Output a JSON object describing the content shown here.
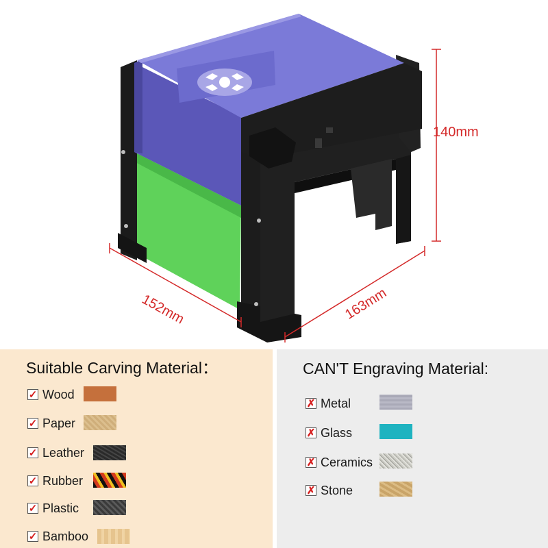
{
  "dimensions": {
    "height": "140mm",
    "width": "152mm",
    "depth": "163mm"
  },
  "suitable": {
    "title": "Suitable Carving Material：",
    "items": [
      {
        "label": "Wood",
        "mark": "✓",
        "swatch_color": "#c5703c"
      },
      {
        "label": "Paper",
        "mark": "✓",
        "swatch_color": "#cfae7a"
      },
      {
        "label": "Leather",
        "mark": "✓",
        "swatch_color": "#2a2a2a"
      },
      {
        "label": "Rubber",
        "mark": "✓",
        "swatch_color": "#d33a1e"
      },
      {
        "label": "Plastic",
        "mark": "✓",
        "swatch_color": "#4a4a4a"
      },
      {
        "label": "Bamboo",
        "mark": "✓",
        "swatch_color": "#e6c48e"
      }
    ]
  },
  "unsuitable": {
    "title": "CAN'T Engraving Material:",
    "items": [
      {
        "label": "Metal",
        "mark": "✗",
        "swatch_color": "#a9a9b7"
      },
      {
        "label": "Glass",
        "mark": "✗",
        "swatch_color": "#1fb3c0"
      },
      {
        "label": "Ceramics",
        "mark": "✗",
        "swatch_color": "#c9c9c2"
      },
      {
        "label": "Stone",
        "mark": "✗",
        "swatch_color": "#c9a468"
      }
    ]
  }
}
